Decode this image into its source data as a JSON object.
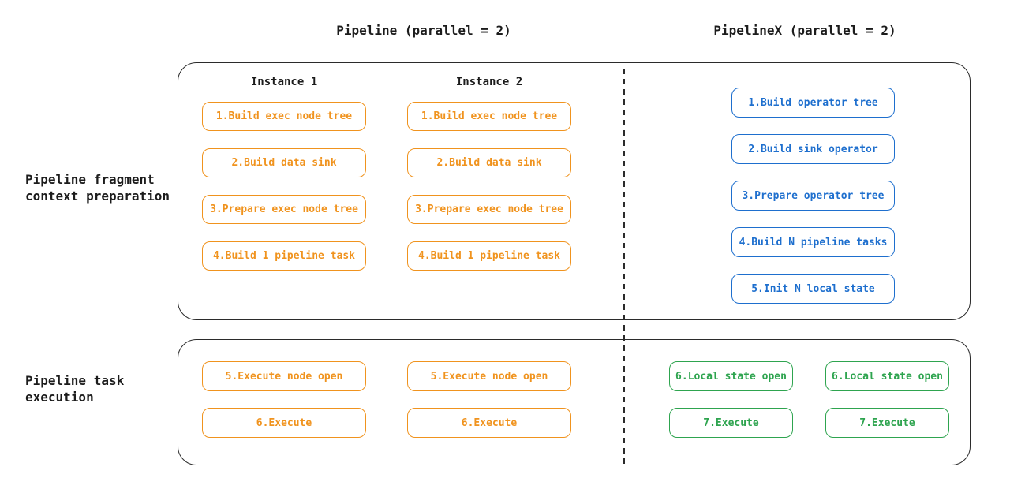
{
  "titles": {
    "pipeline": "Pipeline (parallel = 2)",
    "pipelinex": "PipelineX (parallel = 2)"
  },
  "row_labels": {
    "preparation": "Pipeline fragment\ncontext preparation",
    "execution": "Pipeline task\nexecution"
  },
  "colors": {
    "orange": "#F0931E",
    "blue": "#1E6FCE",
    "green": "#2EA44F",
    "frame": "#2B2B2B",
    "text": "#1C1C1C",
    "background": "#FFFFFF"
  },
  "pipeline": {
    "instances": [
      {
        "label": "Instance 1",
        "prep_steps": [
          "1.Build exec node tree",
          "2.Build data sink",
          "3.Prepare exec node tree",
          "4.Build 1 pipeline task"
        ],
        "exec_steps": [
          "5.Execute node open",
          "6.Execute"
        ]
      },
      {
        "label": "Instance 2",
        "prep_steps": [
          "1.Build exec node tree",
          "2.Build data sink",
          "3.Prepare exec node tree",
          "4.Build 1 pipeline task"
        ],
        "exec_steps": [
          "5.Execute node open",
          "6.Execute"
        ]
      }
    ]
  },
  "pipelinex": {
    "prep_steps": [
      "1.Build operator tree",
      "2.Build sink operator",
      "3.Prepare operator tree",
      "4.Build N pipeline tasks",
      "5.Init N local state"
    ],
    "task_columns": [
      {
        "exec_steps": [
          "6.Local state open",
          "7.Execute"
        ]
      },
      {
        "exec_steps": [
          "6.Local state open",
          "7.Execute"
        ]
      }
    ]
  }
}
